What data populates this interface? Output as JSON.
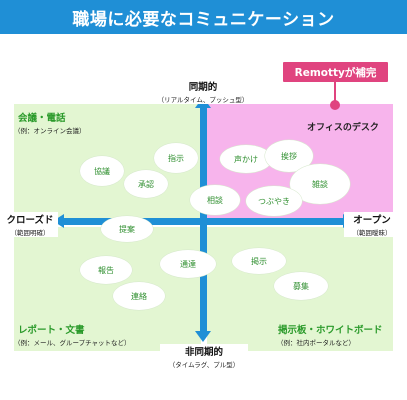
{
  "title": "職場に必要なコミュニケーション",
  "badge": "Remottyが補完",
  "office_label": "オフィスのデスク",
  "axes": {
    "top": {
      "label": "同期的",
      "sub": "（リアルタイム、プッシュ型）"
    },
    "bottom": {
      "label": "非同期的",
      "sub": "（タイムラグ、プル型）"
    },
    "left": {
      "label": "クローズド",
      "sub": "（範囲明確）"
    },
    "right": {
      "label": "オープン",
      "sub": "（範囲曖昧）"
    }
  },
  "quadrants": {
    "top_left": {
      "label": "会議・電話",
      "sub": "（例：オンライン会議）"
    },
    "bottom_left": {
      "label": "レポート・文書",
      "sub": "（例：メール、グループチャットなど）"
    },
    "bottom_right": {
      "label": "掲示板・ホワイトボード",
      "sub": "（例：社内ポータルなど）"
    }
  },
  "bubbles": {
    "kyogi": "協議",
    "shiji1": "指示",
    "shonin": "承認",
    "koekake": "声かけ",
    "aisatsu": "挨拶",
    "zatsudan": "雑談",
    "sodan": "相談",
    "tsubuyaki": "つぶやき",
    "teian": "提案",
    "hokoku": "報告",
    "tsutatsu": "通達",
    "keiji": "掲示",
    "renraku": "連絡",
    "boshu": "募集"
  },
  "colors": {
    "accent_blue": "#1f8fd6",
    "quadrant_green": "#e3f6d2",
    "quadrant_pink": "#f7b4ec",
    "badge_pink": "#e0447f",
    "label_green": "#2a9a2a"
  }
}
